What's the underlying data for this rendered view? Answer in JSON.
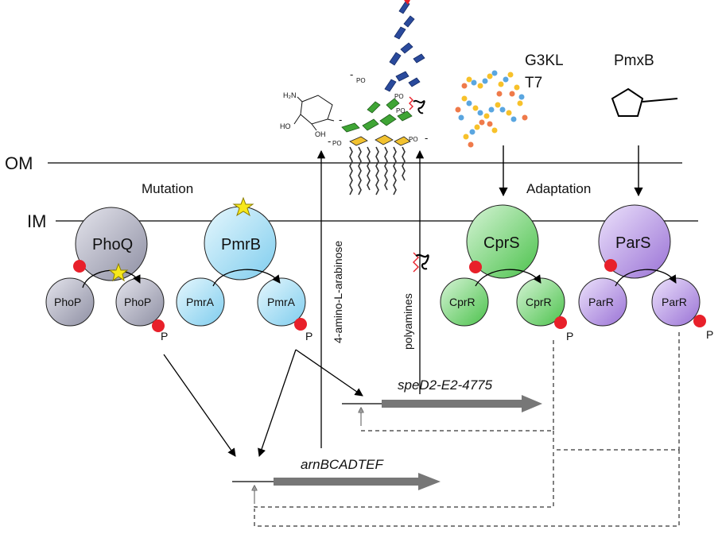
{
  "membranes": {
    "outer": "OM",
    "inner": "IM"
  },
  "section_labels": {
    "left": "Mutation",
    "right": "Adaptation"
  },
  "stimuli": {
    "peptide_line1": "G3KL",
    "peptide_line2": "T7",
    "polymyxin": "PmxB"
  },
  "lps_labels": {
    "phosphate": "PO",
    "charge": "-"
  },
  "sugar_labels": {
    "amine": "H₂N",
    "hydroxyl_1": "HO",
    "hydroxyl_2": "OH"
  },
  "systems": [
    {
      "sensor": "PhoQ",
      "regulator": "PhoP",
      "color": "#b9bac8",
      "mutated": true
    },
    {
      "sensor": "PmrB",
      "regulator": "PmrA",
      "color": "#a6dcf0",
      "mutated": true
    },
    {
      "sensor": "CprS",
      "regulator": "CprR",
      "color": "#8cd88c",
      "mutated": false
    },
    {
      "sensor": "ParS",
      "regulator": "ParR",
      "color": "#b89ae2",
      "mutated": false
    }
  ],
  "phospho_label": "P",
  "products": {
    "arabinose": "4-amino-L-arabinose",
    "polyamines": "polyamines"
  },
  "genes": {
    "spe": "speD2-E2-4775",
    "arn": "arnBCADTEF"
  },
  "colors": {
    "phosphate": "#e8202a",
    "star": "#f7e81a",
    "gene_arrow": "#777777",
    "lipid_green": "#3fa535",
    "lipid_blue": "#2a4a9c",
    "lipid_yellow": "#f2c230"
  }
}
